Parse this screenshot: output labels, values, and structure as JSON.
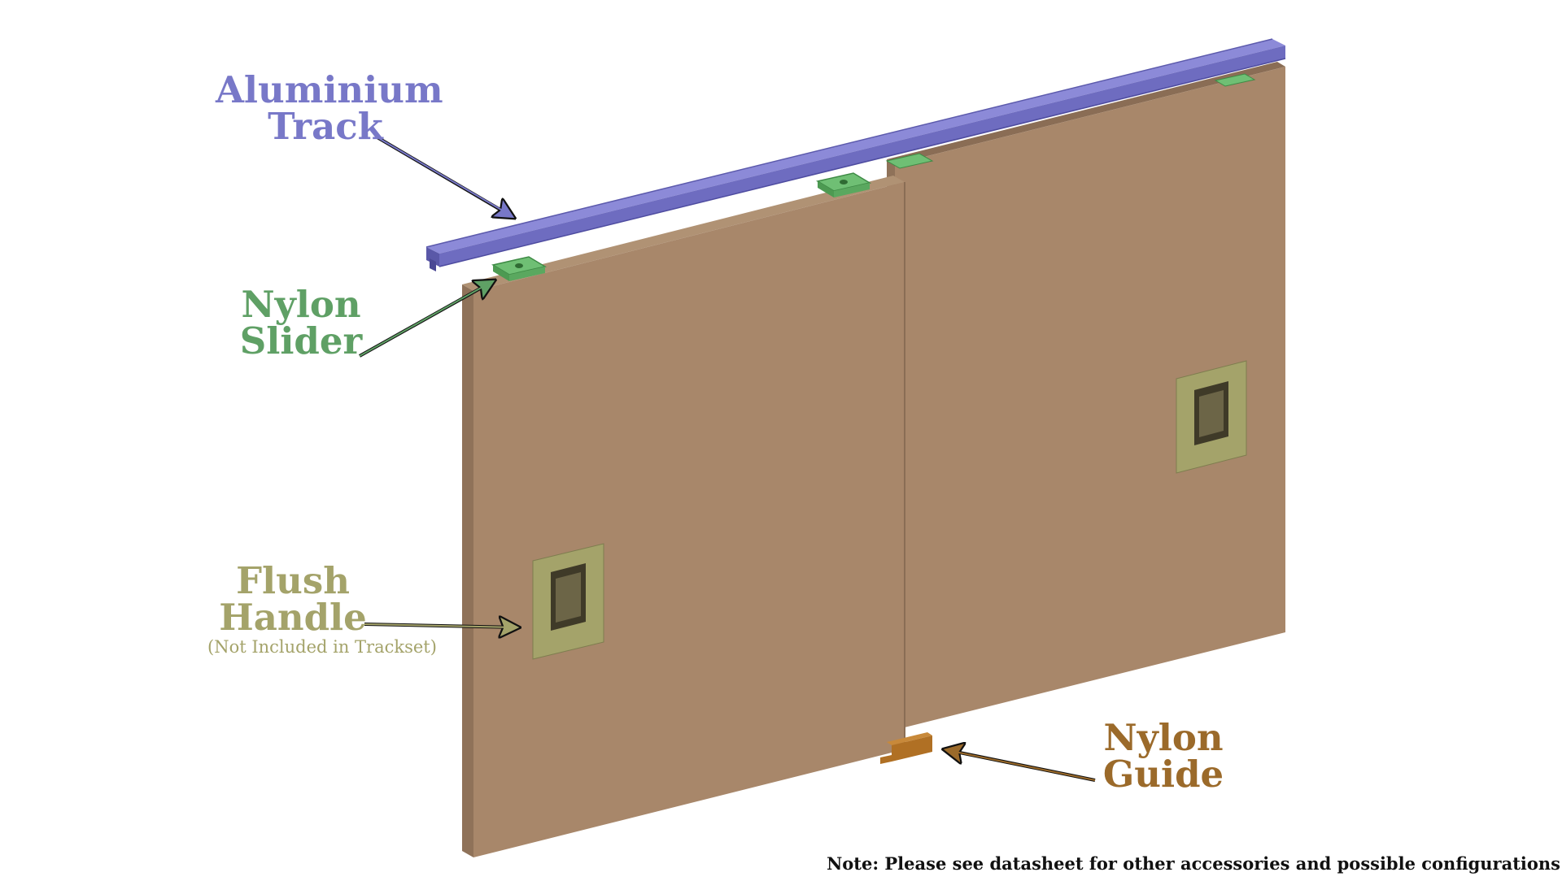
{
  "labels": {
    "track": {
      "line1": "Aluminium",
      "line2": "Track"
    },
    "slider": {
      "line1": "Nylon",
      "line2": "Slider"
    },
    "handle": {
      "line1": "Flush",
      "line2": "Handle",
      "sub": "(Not Included in Trackset)"
    },
    "guide": {
      "line1": "Nylon",
      "line2": "Guide"
    }
  },
  "note": "Note: Please see datasheet for other accessories and possible configurations",
  "colors": {
    "track": "#7878c8",
    "slider": "#5fa065",
    "handle": "#a4a36a",
    "guide": "#9b6a2a",
    "door": "#a8876a",
    "door_edge": "#8a6d55",
    "arrow_stroke": "#111111"
  }
}
